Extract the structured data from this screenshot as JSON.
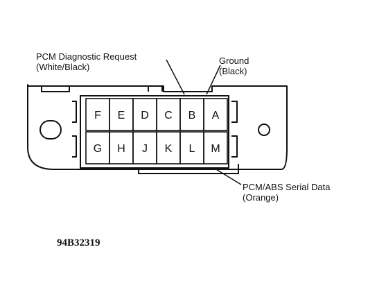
{
  "labels": {
    "pcm_request": {
      "line1": "PCM Diagnostic Request",
      "line2": "(White/Black)"
    },
    "ground": {
      "line1": "Ground",
      "line2": "(Black)"
    },
    "serial_data": {
      "line1": "PCM/ABS Serial Data",
      "line2": "(Orange)"
    }
  },
  "figure_number": "94B32319",
  "pins": {
    "top_row": [
      "F",
      "E",
      "D",
      "C",
      "B",
      "A"
    ],
    "bottom_row": [
      "G",
      "H",
      "J",
      "K",
      "L",
      "M"
    ]
  }
}
